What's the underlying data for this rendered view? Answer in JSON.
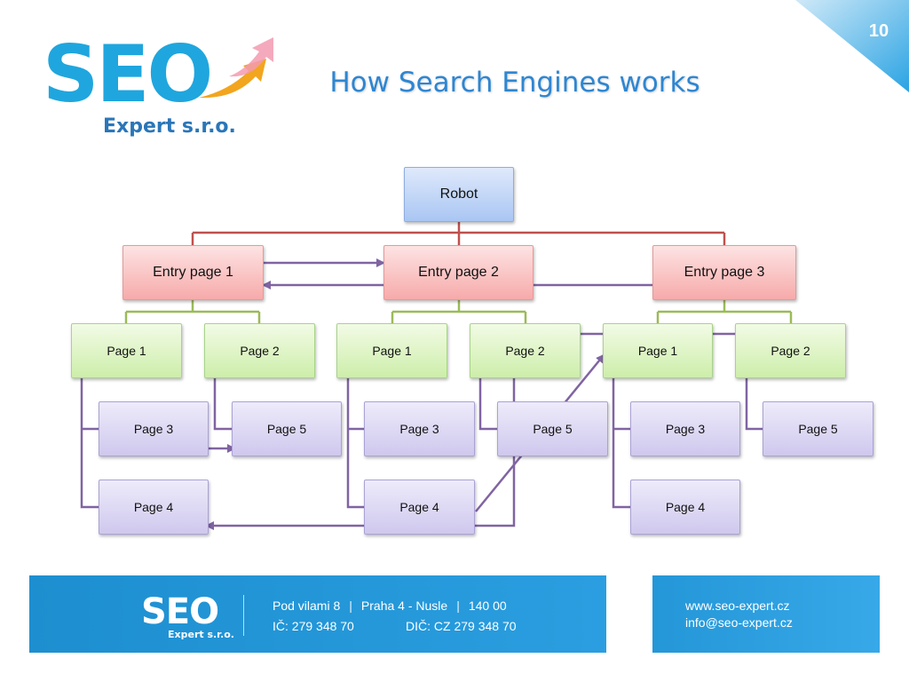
{
  "slide": {
    "number": "10",
    "title": "How Search Engines works"
  },
  "logo": {
    "main": "SEO",
    "sub": "Expert s.r.o."
  },
  "diagram": {
    "robot": "Robot",
    "entry_pages": [
      "Entry page 1",
      "Entry page 2",
      "Entry page 3"
    ],
    "groups": [
      {
        "top": [
          "Page 1",
          "Page 2"
        ],
        "left_children": [
          "Page 3",
          "Page 4"
        ],
        "right_children": [
          "Page 5"
        ]
      },
      {
        "top": [
          "Page 1",
          "Page 2"
        ],
        "left_children": [
          "Page 3",
          "Page 4"
        ],
        "right_children": [
          "Page 5"
        ]
      },
      {
        "top": [
          "Page 1",
          "Page 2"
        ],
        "left_children": [
          "Page 3",
          "Page 4"
        ],
        "right_children": [
          "Page 5"
        ]
      }
    ]
  },
  "footer": {
    "logo_main": "SEO",
    "logo_sub": "Expert s.r.o.",
    "address": {
      "street": "Pod vilami 8",
      "city": "Praha 4 - Nusle",
      "zip": "140 00"
    },
    "ic": "IČ: 279 348 70",
    "dic": "DIČ: CZ 279 348 70",
    "web": "www.seo-expert.cz",
    "email": "info@seo-expert.cz"
  },
  "colors": {
    "title": "#2e86d2",
    "logo_blue": "#1fa6de",
    "tree_red": "#c0504d",
    "tree_green": "#9bbb59",
    "tree_purple": "#8064a2",
    "footer_blue": "#1d8fd0"
  }
}
